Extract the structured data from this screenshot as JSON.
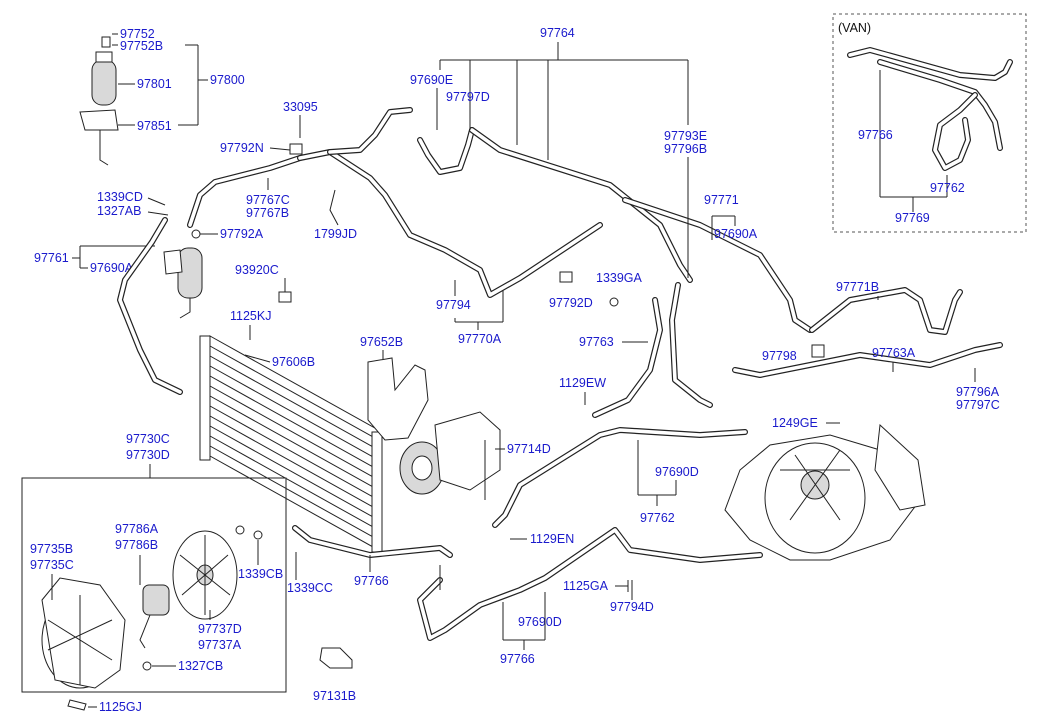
{
  "labels": {
    "p97752": "97752",
    "p97752B": "97752B",
    "p97801": "97801",
    "p97800": "97800",
    "p97851": "97851",
    "p33095": "33095",
    "p97792N": "97792N",
    "p1339CD": "1339CD",
    "p1327AB": "1327AB",
    "p97767C": "97767C",
    "p97767B": "97767B",
    "p97792A": "97792A",
    "p1799JD": "1799JD",
    "p97761": "97761",
    "p97690A_left": "97690A",
    "p93920C": "93920C",
    "p1125KJ": "1125KJ",
    "p97606B": "97606B",
    "p97764": "97764",
    "p97690E": "97690E",
    "p97797D": "97797D",
    "p97793E": "97793E",
    "p97796B": "97796B",
    "p97771": "97771",
    "p97690A_right": "97690A",
    "p97794": "97794",
    "p97770A": "97770A",
    "p97792D": "97792D",
    "p1339GA": "1339GA",
    "p97771B": "97771B",
    "p97763": "97763",
    "p97798": "97798",
    "p97763A": "97763A",
    "p97796A": "97796A",
    "p97797C": "97797C",
    "p97652B": "97652B",
    "p1129EW": "1129EW",
    "p97714D": "97714D",
    "p1249GE": "1249GE",
    "p97730C": "97730C",
    "p97730D": "97730D",
    "p97786A": "97786A",
    "p97786B": "97786B",
    "p97735B": "97735B",
    "p97735C": "97735C",
    "p1339CB": "1339CB",
    "p97737D": "97737D",
    "p97737A": "97737A",
    "p1327CB": "1327CB",
    "p1125GJ": "1125GJ",
    "p1339CC": "1339CC",
    "p97766_mid": "97766",
    "p97690D_mid": "97690D",
    "p97762_mid": "97762",
    "p1129EN": "1129EN",
    "p1125GA": "1125GA",
    "p97794D": "97794D",
    "p97690D_low": "97690D",
    "p97766_low": "97766",
    "p97131B": "97131B",
    "van_title": "(VAN)",
    "van_97766": "97766",
    "van_97762": "97762",
    "van_97769": "97769"
  },
  "colors": {
    "label_blue": "#1a1acc",
    "line": "#222222",
    "background": "#ffffff"
  }
}
